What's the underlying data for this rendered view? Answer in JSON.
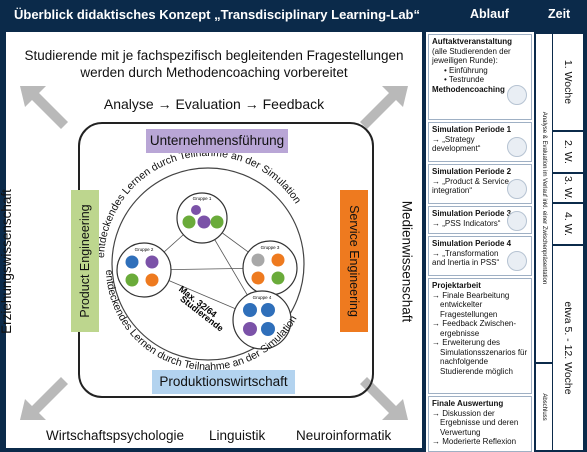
{
  "header": {
    "title": "Überblick didaktisches Konzept „Transdisciplinary Learning-Lab“",
    "col_ablauf": "Ablauf",
    "col_zeit": "Zeit"
  },
  "main": {
    "prep_line1": "Studierende mit je fachspezifisch begleitenden Fragestellungen",
    "prep_line2": "werden durch Methodencoaching vorbereitet",
    "cycle": "Analyse  →  Evaluation  →  Feedback",
    "left_discipline": "Erziehungswissenschaft",
    "right_discipline": "Medienwissenschaft",
    "bottom_disciplines": [
      "Wirtschaftspsychologie",
      "Linguistik",
      "Neuroinformatik"
    ],
    "box_top": "Unternehmensführung",
    "box_bottom": "Produktionswirtschaft",
    "box_left": "Product Engineering",
    "box_right": "Service Engineering",
    "ring_text": "entdeckendes Lernen durch Teilnahme an der Simulation",
    "center_line1": "Max. 32/64",
    "center_line2": "Studierende",
    "groups": [
      "Gruppe 1",
      "Gruppe 2",
      "Gruppe 3",
      "Gruppe 4"
    ],
    "colors": {
      "purple": "#7b52a8",
      "green": "#6aab3a",
      "orange": "#ee7a1f",
      "blue": "#2f6fba",
      "grey": "#a8a8a8"
    }
  },
  "ablauf": [
    {
      "title": "Auftaktveranstaltung",
      "lines": [
        "(alle Studierenden der",
        "jeweiligen Runde):"
      ],
      "bullets": [
        "Einführung",
        "Testrunde"
      ],
      "subtitle": "Methodencoaching"
    },
    {
      "title": "Simulation Periode 1",
      "items": [
        "→ „Strategy",
        "development“"
      ]
    },
    {
      "title": "Simulation Periode 2",
      "items": [
        "→ „Product & Service",
        "integration“"
      ]
    },
    {
      "title": "Simulation Periode 3",
      "items": [
        "→ „PSS Indicators“"
      ]
    },
    {
      "title": "Simulation Periode 4",
      "items": [
        "→ „Transformation",
        "and Inertia in PSS“"
      ]
    },
    {
      "title": "Projektarbeit",
      "items": [
        "→ Finale Bearbeitung entwickelter Fragestellungen",
        "→ Feedback Zwischen-ergebnisse",
        "→ Erweiterung des Simulationsszenarios für nachfolgende Studierende möglich"
      ]
    },
    {
      "title": "Finale Auswertung",
      "items": [
        "→ Diskussion der Ergebnisse und deren Verwertung",
        "→ Moderierte Reflexion"
      ]
    }
  ],
  "mid_notes": {
    "top": "Analyse & Evaluation im Verlauf inkl. einer Zwischenpräsentation",
    "bottom": "Abschluss"
  },
  "zeit": [
    "1. Woche",
    "2. W.",
    "3. W.",
    "4. W.",
    "etwa 5. - 12. Woche"
  ]
}
